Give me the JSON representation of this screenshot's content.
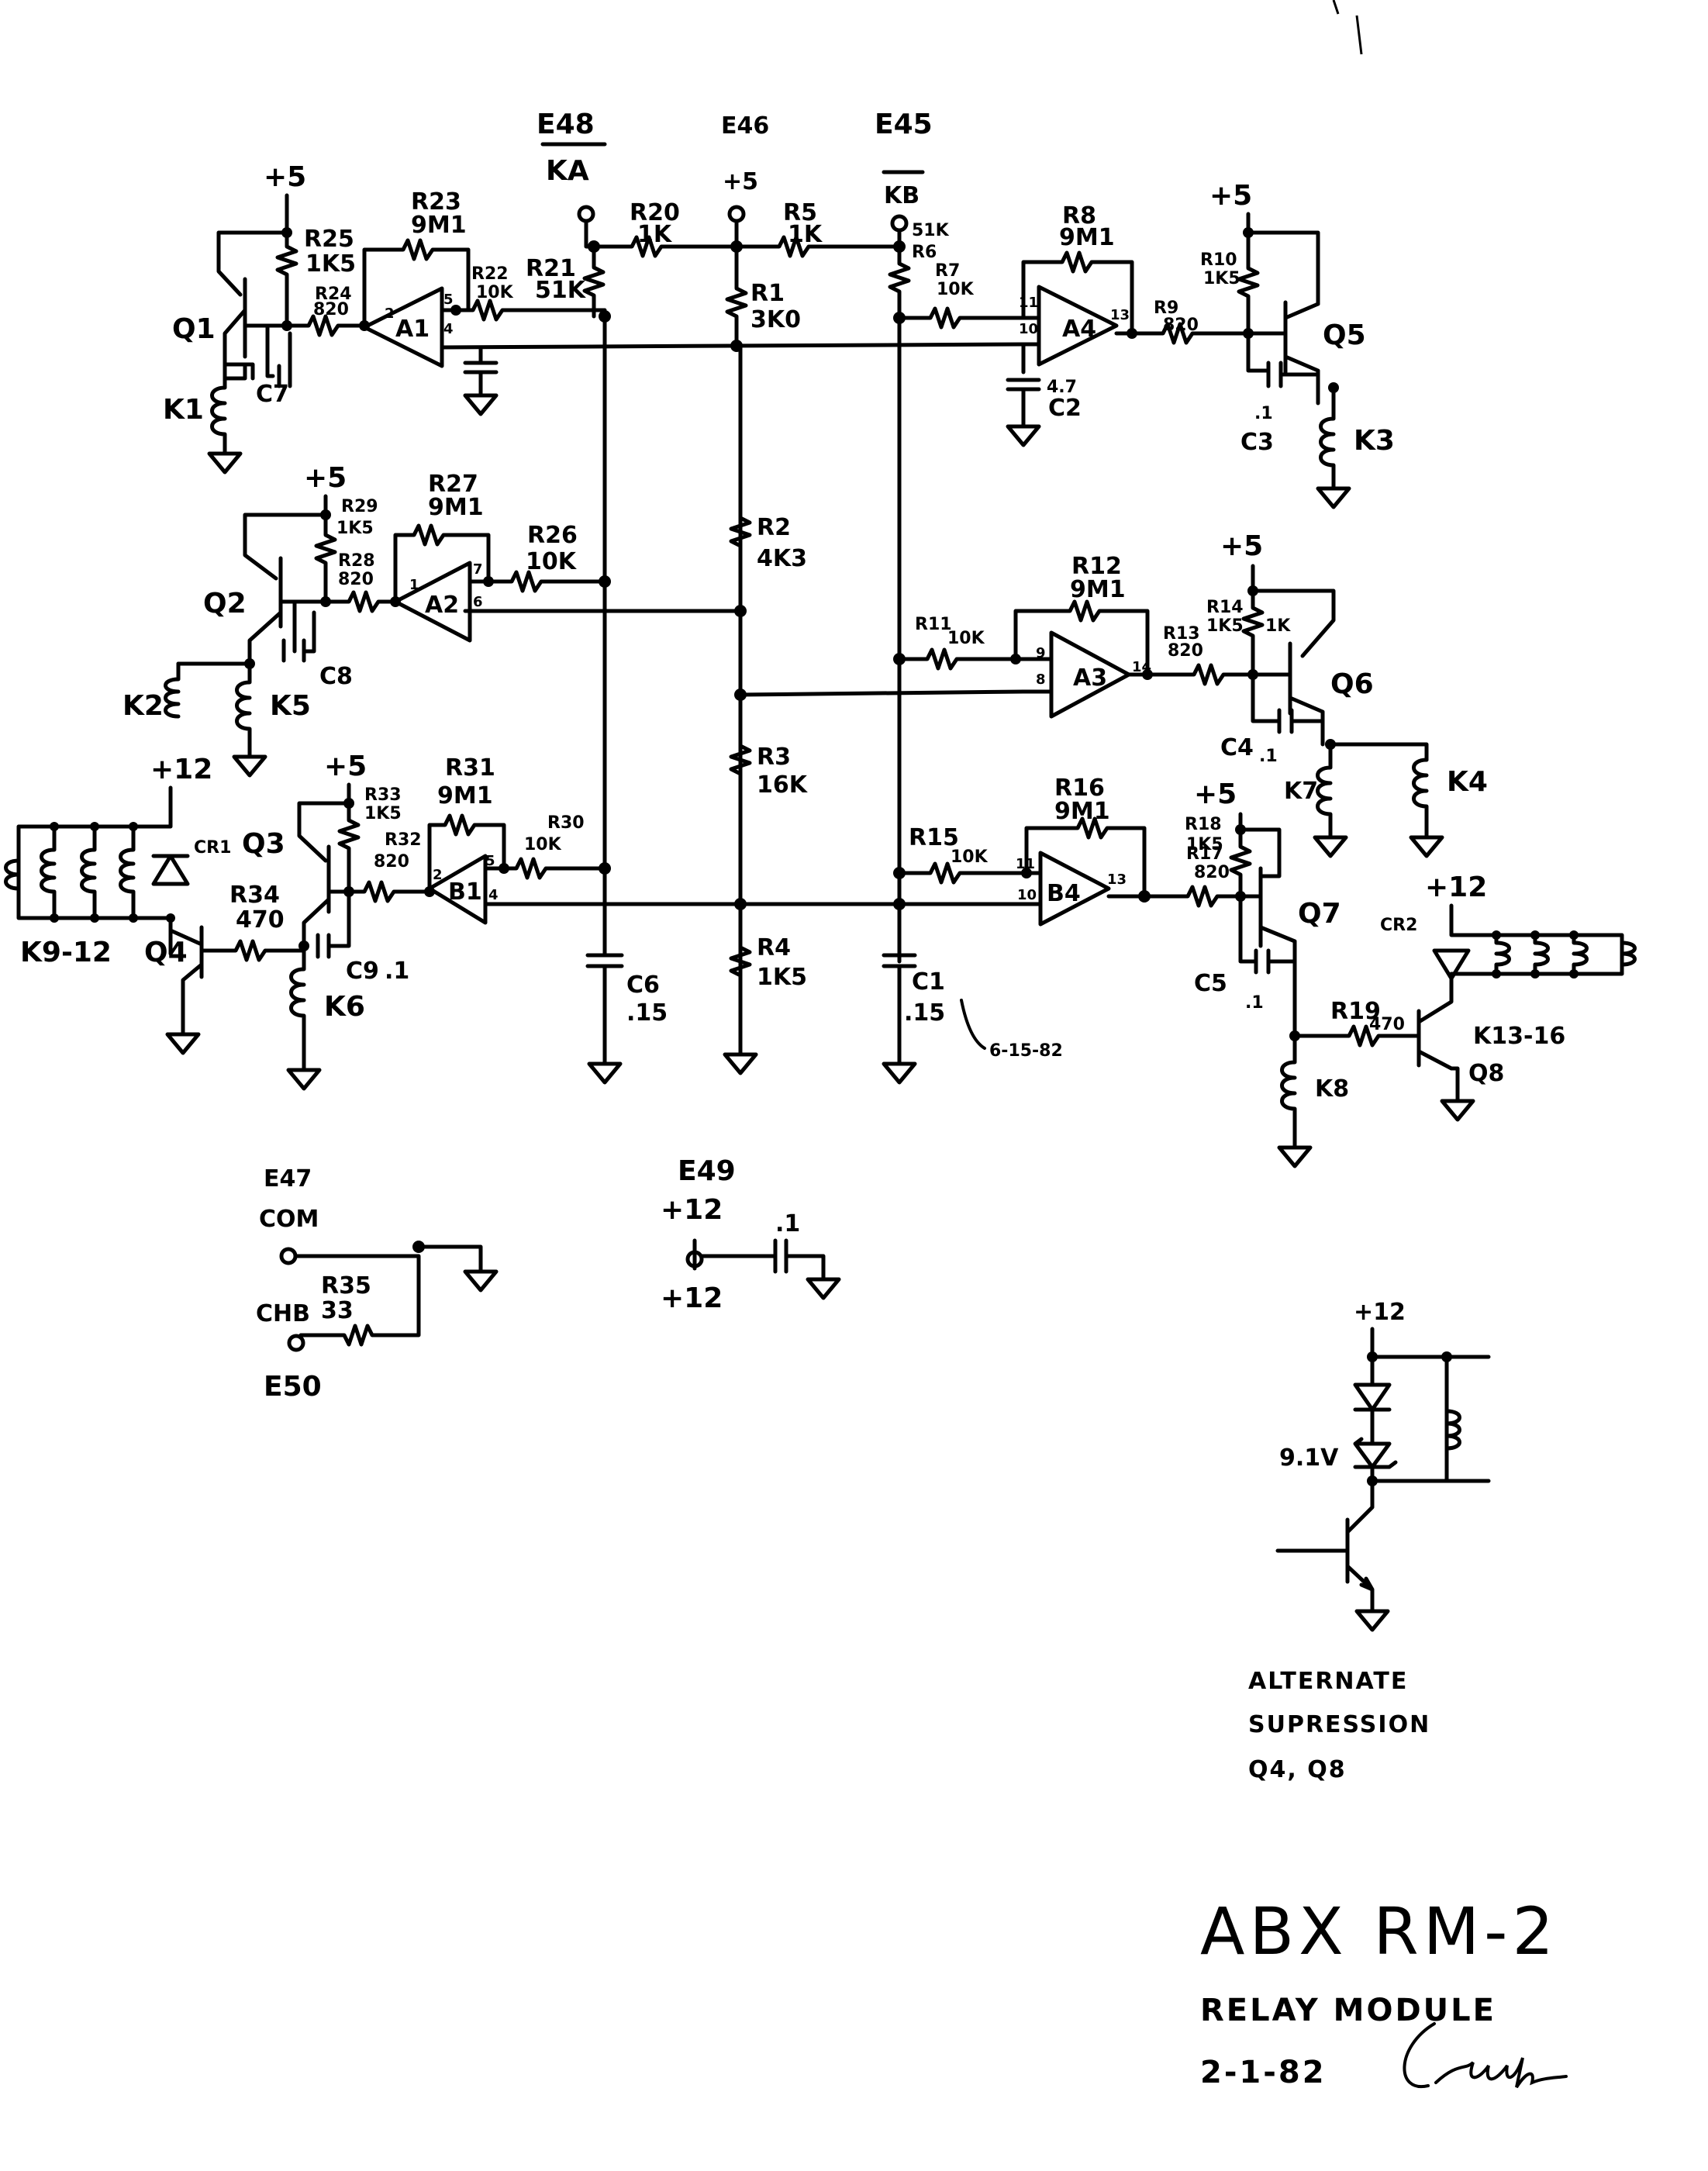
{
  "terminals": {
    "e48": "E48",
    "ka": "KA",
    "e46": "E46",
    "e45": "E45",
    "kb": "KB",
    "e47": "E47",
    "com": "COM",
    "chb": "CHB",
    "e50": "E50",
    "e49": "E49"
  },
  "supplies": {
    "plus5": "+5",
    "plus12": "+12"
  },
  "components": {
    "r1": "R1",
    "r1_val": "3K0",
    "r2": "R2",
    "r2_val": "4K3",
    "r3": "R3",
    "r3_val": "16K",
    "r4": "R4",
    "r4_val": "1K5",
    "r5": "R5",
    "r5_val": "1K",
    "r6": "R6",
    "r6_val": "51K",
    "r7": "R7",
    "r7_val": "10K",
    "r8": "R8",
    "r8_val": "9M1",
    "r9": "R9",
    "r9_val": "820",
    "r10": "R10",
    "r10_val": "1K5",
    "r11": "R11",
    "r11_val": "10K",
    "r12": "R12",
    "r12_val": "9M1",
    "r13": "R13",
    "r13_val": "820",
    "r14": "R14",
    "r14_val": "1K5",
    "r14_val2": "1K",
    "r15": "R15",
    "r15_val": "10K",
    "r16": "R16",
    "r16_val": "9M1",
    "r17": "R17",
    "r17_val": "820",
    "r18": "R18",
    "r18_val": "1K5",
    "r19": "R19",
    "r19_val": "470",
    "r20": "R20",
    "r20_val": "1K",
    "r21": "R21",
    "r21_val": "51K",
    "r22": "R22",
    "r22_val": "10K",
    "r23": "R23",
    "r23_val": "9M1",
    "r24": "R24",
    "r24_val": "820",
    "r25": "R25",
    "r25_val": "1K5",
    "r26": "R26",
    "r26_val": "10K",
    "r27": "R27",
    "r27_val": "9M1",
    "r28": "R28",
    "r28_val": "820",
    "r29": "R29",
    "r29_val": "1K5",
    "r30": "R30",
    "r30_val": "10K",
    "r31": "R31",
    "r31_val": "9M1",
    "r32": "R32",
    "r32_val": "820",
    "r33": "R33",
    "r33_val": "1K5",
    "r34": "R34",
    "r34_val": "470",
    "r35": "R35",
    "r35_val": "33",
    "c1": "C1",
    "c1_val": ".15",
    "c2": "C2",
    "c2_val": "4.7",
    "c3": "C3",
    "c3_val": ".1",
    "c4": "C4",
    "c4_val": ".1",
    "c5": "C5",
    "c5_val": ".1",
    "c6": "C6",
    "c6_val": ".15",
    "c7": "C7",
    "c8": "C8",
    "c9": "C9",
    "c9_val": ".1",
    "c10_val": ".1",
    "a1": "A1",
    "a2": "A2",
    "a3": "A3",
    "a4": "A4",
    "b1": "B1",
    "b4": "B4",
    "q1": "Q1",
    "q2": "Q2",
    "q3": "Q3",
    "q4": "Q4",
    "q5": "Q5",
    "q6": "Q6",
    "q7": "Q7",
    "q8": "Q8",
    "k1": "K1",
    "k2": "K2",
    "k3": "K3",
    "k4": "K4",
    "k5": "K5",
    "k6": "K6",
    "k7": "K7",
    "k8": "K8",
    "k9_12": "K9-12",
    "k13_16": "K13-16",
    "cr1": "CR1",
    "cr2": "CR2",
    "zener": "9.1V"
  },
  "pins": {
    "a1_in": "2",
    "a1_p5": "5",
    "a1_p4": "4",
    "a2_in": "1",
    "a2_p7": "7",
    "a2_p6": "6",
    "b1_in": "2",
    "b1_p5": "5",
    "b1_p4": "4",
    "a4_p11": "11",
    "a4_p10": "10",
    "a4_out": "13",
    "a3_p9": "9",
    "a3_p8": "8",
    "a3_out": "14",
    "b4_p11": "11",
    "b4_p10": "10",
    "b4_out": "13"
  },
  "notes": {
    "date_c1": "6-15-82",
    "alternate_line1": "ALTERNATE",
    "alternate_line2": "SUPRESSION",
    "alternate_line3": "Q4, Q8"
  },
  "title_block": {
    "title": "ABX RM-2",
    "subtitle": "RELAY MODULE",
    "date": "2-1-82"
  }
}
